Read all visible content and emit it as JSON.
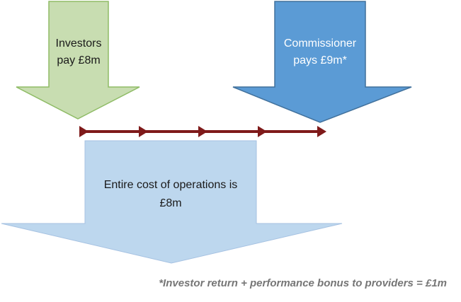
{
  "colors": {
    "background": "#ffffff",
    "investors_arrow_fill": "#c8ddb1",
    "investors_arrow_border": "#8fbc66",
    "commissioner_arrow_fill": "#5b9bd5",
    "commissioner_arrow_border": "#41719c",
    "operations_arrow_fill": "#bdd7ee",
    "operations_arrow_border": "#a6c2e2",
    "timeline_color": "#7f1a1a",
    "label_text": "#1a1a1a",
    "commissioner_label_text": "#ffffff",
    "footnote_text": "#767676"
  },
  "diagram": {
    "investors_arrow": {
      "label_line1": "Investors",
      "label_line2": "pay £8m"
    },
    "commissioner_arrow": {
      "label_line1": "Commissioner",
      "label_line2": "pays £9m*"
    },
    "operations_arrow": {
      "label_line1": "Entire cost of operations is",
      "label_line2": "£8m"
    },
    "timeline": {
      "arrowhead_count": 5,
      "direction": "right"
    },
    "footnote": "*Investor return + performance bonus to providers = £1m"
  }
}
